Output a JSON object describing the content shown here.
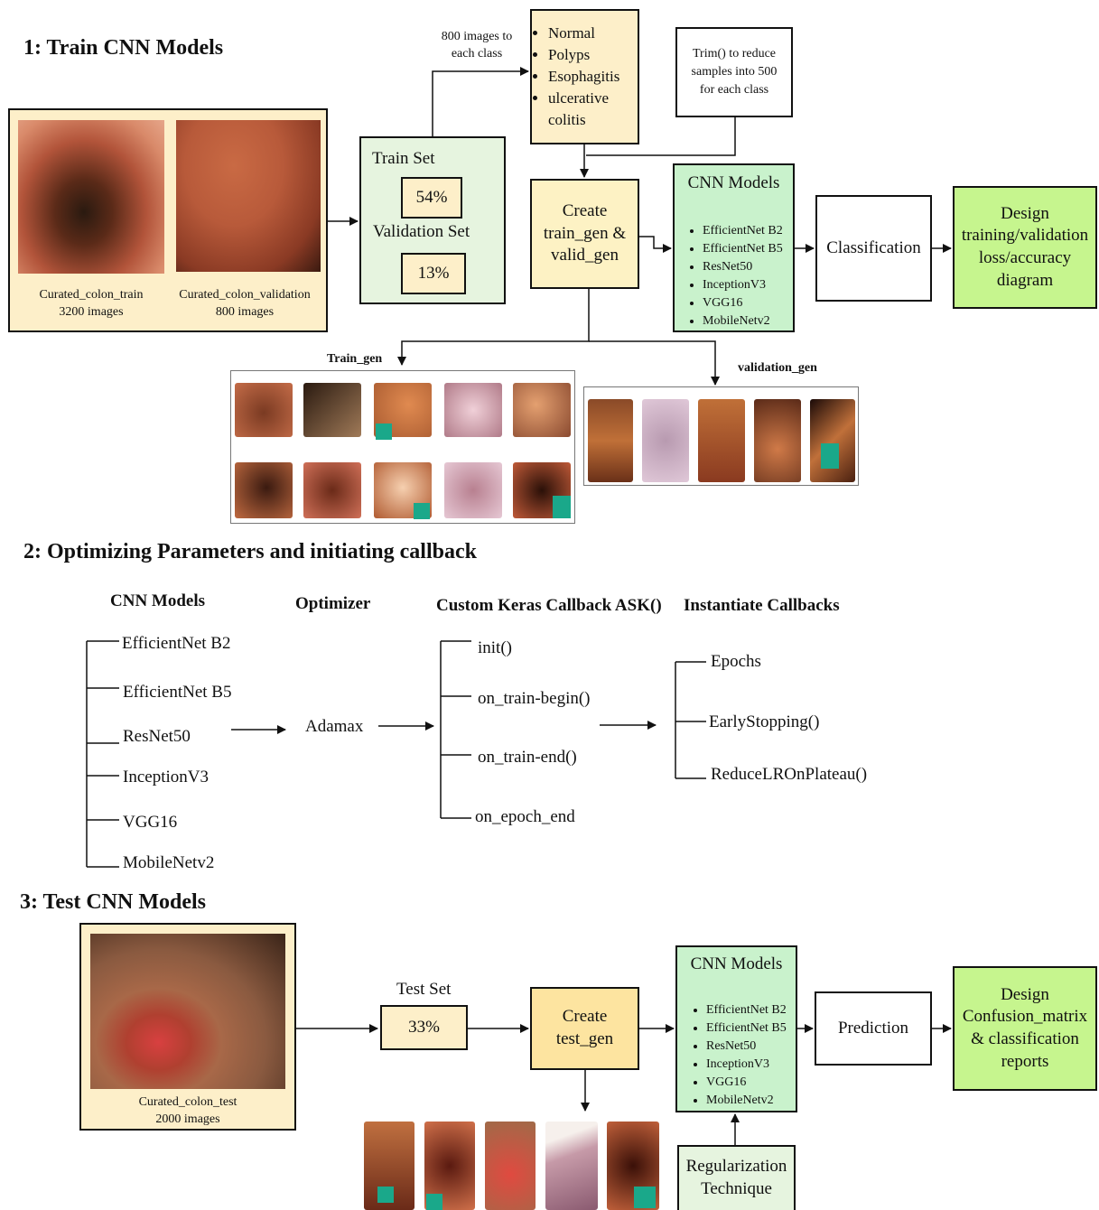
{
  "section1": {
    "title": "1: Train CNN Models",
    "images": [
      {
        "caption": "Curated_colon_train",
        "count": "3200 images"
      },
      {
        "caption": "Curated_colon_validation",
        "count": "800 images"
      }
    ],
    "split": {
      "train_label": "Train Set",
      "train_pct": "54%",
      "val_label": "Validation Set",
      "val_pct": "13%"
    },
    "note_800": "800 images to each class",
    "classes": [
      "Normal",
      "Polyps",
      "Esophagitis",
      "ulcerative colitis"
    ],
    "trim_note": "Trim() to reduce samples into 500 for each class",
    "create_gen": "Create train_gen & valid_gen",
    "cnn_title": "CNN Models",
    "cnn_models": [
      "EfficientNet B2",
      "EfficientNet B5",
      "ResNet50",
      "InceptionV3",
      "VGG16",
      "MobileNetv2"
    ],
    "classification": "Classification",
    "design": "Design training/validation loss/accuracy diagram",
    "train_gen_label": "Train_gen",
    "validation_gen_label": "validation_gen"
  },
  "section2": {
    "title": "2: Optimizing Parameters and initiating callback",
    "col_cnn": "CNN Models",
    "cnn_models": [
      "EfficientNet B2",
      "EfficientNet B5",
      "ResNet50",
      "InceptionV3",
      "VGG16",
      "MobileNetv2"
    ],
    "col_optimizer": "Optimizer",
    "optimizer": "Adamax",
    "col_callback": "Custom Keras Callback ASK()",
    "callback_methods": [
      "init()",
      "on_train-begin()",
      "on_train-end()",
      "on_epoch_end"
    ],
    "col_instantiate": "Instantiate Callbacks",
    "callbacks": [
      "Epochs",
      "EarlyStopping()",
      "ReduceLROnPlateau()"
    ]
  },
  "section3": {
    "title": "3: Test CNN Models",
    "image_caption": "Curated_colon_test",
    "image_count": "2000 images",
    "test_label": "Test Set",
    "test_pct": "33%",
    "create_gen": "Create test_gen",
    "cnn_title": "CNN Models",
    "cnn_models": [
      "EfficientNet B2",
      "EfficientNet B5",
      "ResNet50",
      "InceptionV3",
      "VGG16",
      "MobileNetv2"
    ],
    "prediction": "Prediction",
    "design": "Design Confusion_matrix & classification reports",
    "regularization": "Regularization Technique"
  },
  "colors": {
    "cream": "#fdefc9",
    "light_green": "#e6f4df",
    "mid_green": "#c9f2cc",
    "bright_green": "#c6f58e",
    "teal": "#1aa88a"
  }
}
